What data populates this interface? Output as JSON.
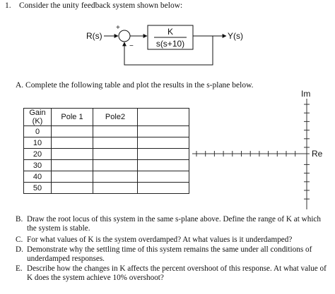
{
  "question": {
    "number": "1.",
    "prompt": "Consider the unity feedback system shown below:"
  },
  "diagram": {
    "input_label": "R(s)",
    "output_label": "Y(s)",
    "plus_sign": "+",
    "minus_sign": "−",
    "tf_numerator": "K",
    "tf_denominator": "s(s+10)"
  },
  "part_a": {
    "text": "A.  Complete the following table and plot the results in the s-plane below."
  },
  "table": {
    "headers": [
      "Gain (K)",
      "Pole 1",
      "Pole2"
    ],
    "gains": [
      "0",
      "10",
      "20",
      "30",
      "40",
      "50"
    ]
  },
  "splane": {
    "im_label": "Im",
    "re_label": "Re"
  },
  "items": {
    "b_label": "B.",
    "b_text": "Draw the root locus of this system in the same s-plane above. Define the range of K at which the system is stable.",
    "c_label": "C.",
    "c_text": "For what values of K is the system overdamped? At what values is it underdamped?",
    "d_label": "D.",
    "d_text": "Demonstrate why the settling time of this system remains the same under all conditions of underdamped responses.",
    "e_label": "E.",
    "e_text": "Describe how the changes in K affects the percent overshoot of this response. At what value of K does the system achieve 10% overshoot?"
  }
}
